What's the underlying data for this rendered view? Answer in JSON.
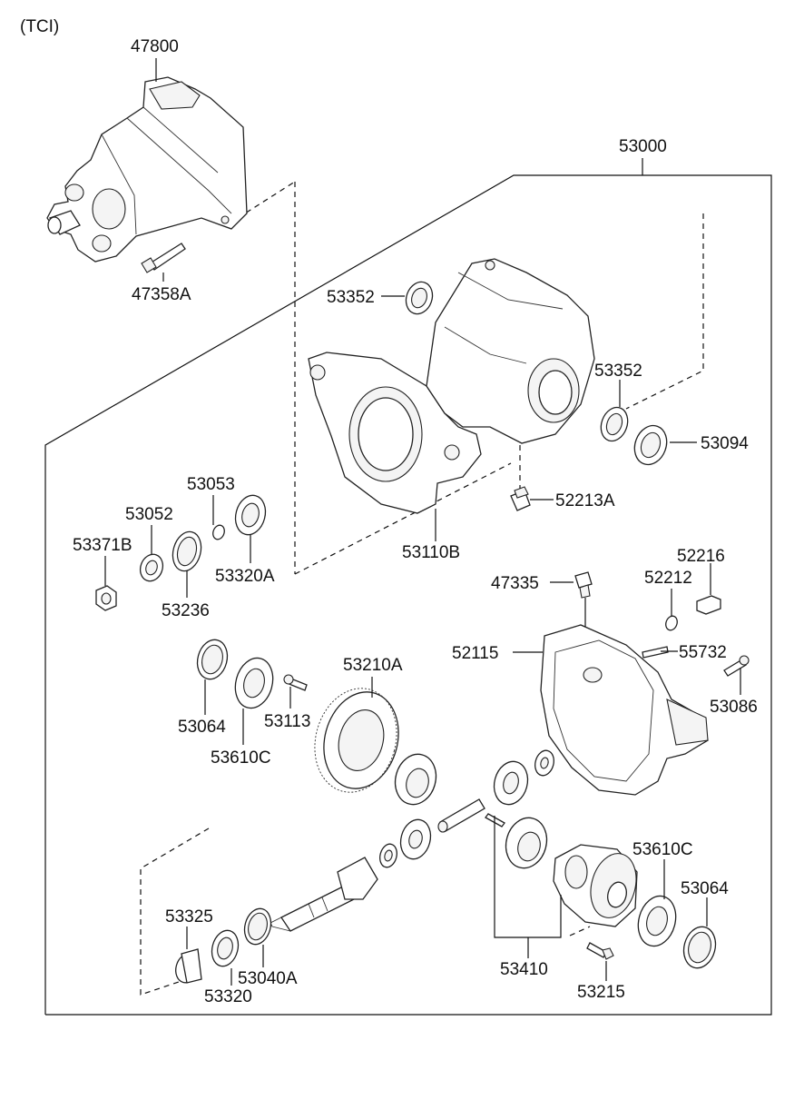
{
  "header": {
    "variant": "(TCI)"
  },
  "labels": {
    "p47800": "47800",
    "p47358A": "47358A",
    "p53000": "53000",
    "p53352a": "53352",
    "p53352b": "53352",
    "p53094": "53094",
    "p52213A": "52213A",
    "p53110B": "53110B",
    "p53053": "53053",
    "p53052": "53052",
    "p53371B": "53371B",
    "p53236": "53236",
    "p53320A": "53320A",
    "p47335": "47335",
    "p52212": "52212",
    "p52216": "52216",
    "p52115": "52115",
    "p55732": "55732",
    "p53086": "53086",
    "p53210A": "53210A",
    "p53064a": "53064",
    "p53113": "53113",
    "p53610Ca": "53610C",
    "p53610Cb": "53610C",
    "p53064b": "53064",
    "p53325": "53325",
    "p53320": "53320",
    "p53040A": "53040A",
    "p53410": "53410",
    "p53215": "53215"
  }
}
